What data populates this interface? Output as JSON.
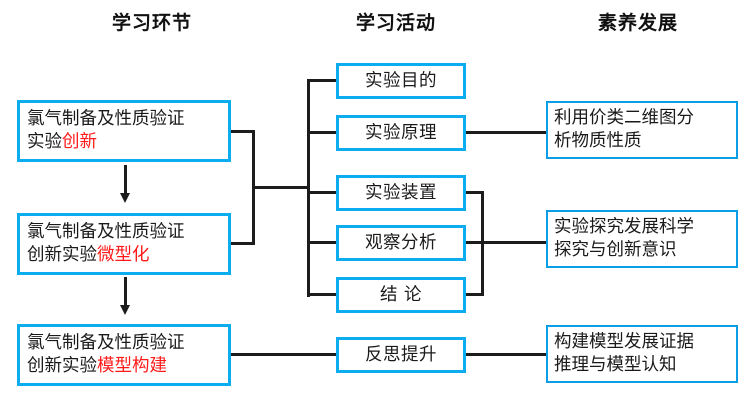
{
  "headers": {
    "stage": "学习环节",
    "activity": "学习活动",
    "literacy": "素养发展"
  },
  "colors": {
    "box_border": "#0cadf0",
    "box_border_right": "#0b9ee6",
    "highlight_text": "#ff1a1a",
    "body_text": "#1a1a1a",
    "connector": "#1c1c1c",
    "background": "#ffffff"
  },
  "stages": [
    {
      "line1": "氯气制备及性质验证",
      "line2_plain": "实验",
      "line2_highlight": "创新"
    },
    {
      "line1": "氯气制备及性质验证",
      "line2_plain": "创新实验",
      "line2_highlight": "微型化"
    },
    {
      "line1": "氯气制备及性质验证",
      "line2_plain": "创新实验",
      "line2_highlight": "模型构建"
    }
  ],
  "activities": [
    {
      "label": "实验目的"
    },
    {
      "label": "实验原理"
    },
    {
      "label": "实验装置"
    },
    {
      "label": "观察分析"
    },
    {
      "label": "结    论"
    },
    {
      "label": "反思提升"
    }
  ],
  "literacies": [
    {
      "line1": "利用价类二维图分",
      "line2": "析物质性质"
    },
    {
      "line1": "实验探究发展科学",
      "line2": "探究与创新意识"
    },
    {
      "line1": "构建模型发展证据",
      "line2": "推理与模型认知"
    }
  ],
  "flow": {
    "arrow_1_label": "stage-1-to-stage-2",
    "arrow_2_label": "stage-2-to-stage-3"
  }
}
